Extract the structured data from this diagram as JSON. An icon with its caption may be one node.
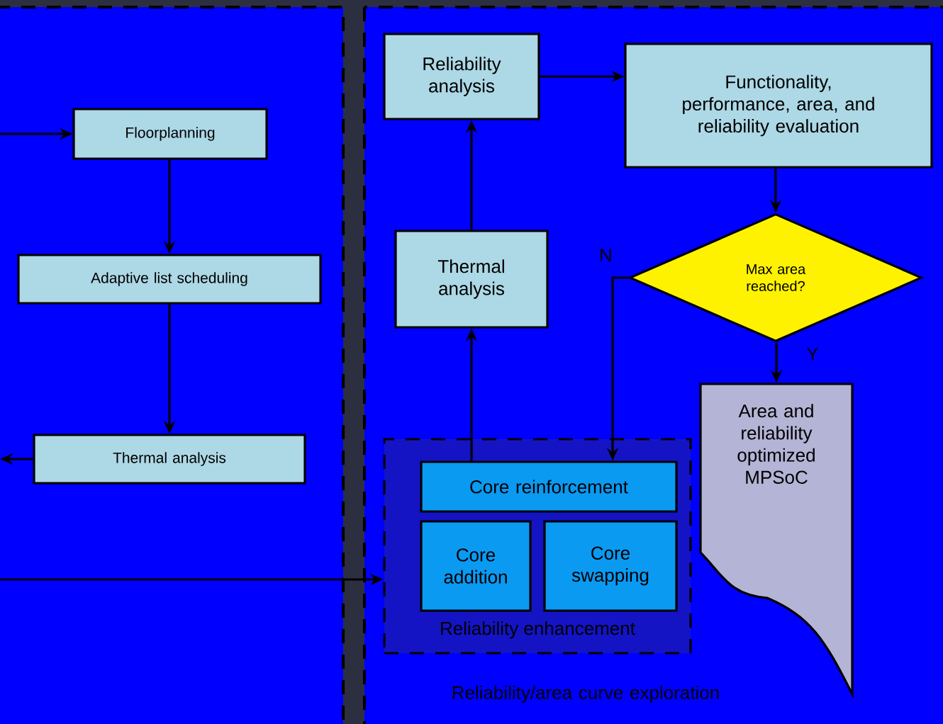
{
  "diagram": {
    "nodes": [
      {
        "text": [
          "Reliability/area curve exploration"
        ]
      },
      {
        "text": [
          "Floorplanning"
        ]
      },
      {
        "text": [
          "Adaptive list scheduling"
        ]
      },
      {
        "text": [
          "Thermal analysis"
        ]
      },
      {
        "text": [
          "Reliability analysis"
        ],
        "in": 0
      },
      {
        "text": [
          "Functionality, performance, area, and reliability evaluation"
        ],
        "in": 0
      },
      {
        "text": [
          "Thermal analysis"
        ],
        "in": 0
      },
      {
        "text": [
          "Max area reached?"
        ],
        "in": 0
      },
      {
        "text": [
          "Reliability enhancement"
        ],
        "in": 0
      },
      {
        "text": [
          "Core reinforcement"
        ],
        "in": 8
      },
      {
        "text": [
          "Core addition"
        ],
        "in": 8
      },
      {
        "text": [
          "Core swapping"
        ],
        "in": 8
      },
      {
        "text": [
          "Area and reliability optimized MPSoC"
        ],
        "in": 0
      }
    ],
    "edges": [
      {
        "from": null,
        "to": 1,
        "arrow": "to"
      },
      {
        "from": 1,
        "to": 2,
        "arrow": "to"
      },
      {
        "from": 2,
        "to": 3,
        "arrow": "to"
      },
      {
        "from": 3,
        "to": null,
        "arrow": "to"
      },
      {
        "from": null,
        "to": 8,
        "arrow": "to"
      },
      {
        "from": 6,
        "to": 4,
        "arrow": "to"
      },
      {
        "from": 4,
        "to": 5,
        "arrow": "to"
      },
      {
        "from": 5,
        "to": 7,
        "arrow": "to"
      },
      {
        "from": 7,
        "to": 9,
        "arrow": "to",
        "label": "N"
      },
      {
        "from": 7,
        "to": 12,
        "arrow": "to",
        "label": "Y"
      },
      {
        "from": 9,
        "to": 6,
        "arrow": "to"
      }
    ]
  }
}
